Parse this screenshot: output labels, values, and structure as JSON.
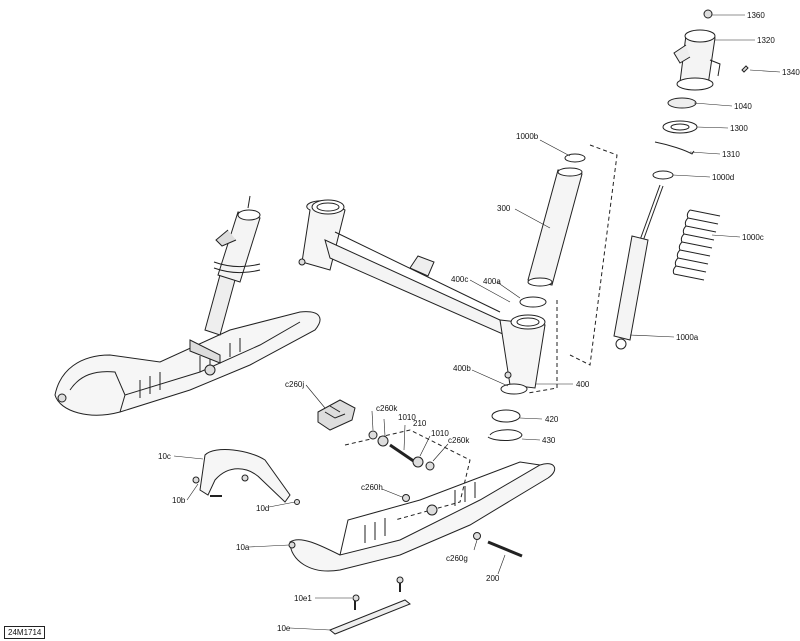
{
  "diagram": {
    "reference": "24M1714",
    "callouts": [
      {
        "id": "c1360",
        "text": "1360"
      },
      {
        "id": "c1320",
        "text": "1320"
      },
      {
        "id": "c1340",
        "text": "1340"
      },
      {
        "id": "c1040",
        "text": "1040"
      },
      {
        "id": "c1300",
        "text": "1300"
      },
      {
        "id": "c1310",
        "text": "1310"
      },
      {
        "id": "c1000d",
        "text": "1000d"
      },
      {
        "id": "c1000c",
        "text": "1000c"
      },
      {
        "id": "c1000a",
        "text": "1000a"
      },
      {
        "id": "c1000b",
        "text": "1000b"
      },
      {
        "id": "c300",
        "text": "300"
      },
      {
        "id": "c400c",
        "text": "400c"
      },
      {
        "id": "c400a",
        "text": "400a"
      },
      {
        "id": "c400b",
        "text": "400b"
      },
      {
        "id": "c400",
        "text": "400"
      },
      {
        "id": "c420",
        "text": "420"
      },
      {
        "id": "c430",
        "text": "430"
      },
      {
        "id": "c260j",
        "text": "c260j"
      },
      {
        "id": "c260k1",
        "text": "c260k"
      },
      {
        "id": "c1010a",
        "text": "1010"
      },
      {
        "id": "c210",
        "text": "210"
      },
      {
        "id": "c1010b",
        "text": "1010"
      },
      {
        "id": "c260k2",
        "text": "c260k"
      },
      {
        "id": "c260h",
        "text": "c260h"
      },
      {
        "id": "c260g",
        "text": "c260g"
      },
      {
        "id": "c200",
        "text": "200"
      },
      {
        "id": "c10c",
        "text": "10c"
      },
      {
        "id": "c10b",
        "text": "10b"
      },
      {
        "id": "c10d",
        "text": "10d"
      },
      {
        "id": "c10a",
        "text": "10a"
      },
      {
        "id": "c10e1",
        "text": "10e1"
      },
      {
        "id": "c10e",
        "text": "10e"
      }
    ]
  }
}
